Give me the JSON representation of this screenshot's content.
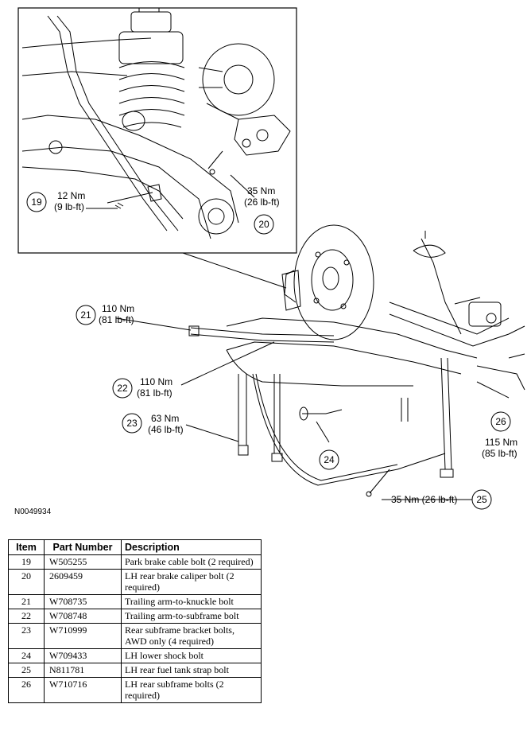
{
  "callouts": {
    "c19": {
      "num": "19",
      "line1": "12 Nm",
      "line2": "(9 lb-ft)"
    },
    "c20": {
      "num": "20",
      "line1": "35 Nm",
      "line2": "(26 lb-ft)"
    },
    "c21": {
      "num": "21",
      "line1": "110 Nm",
      "line2": "(81 lb-ft)"
    },
    "c22": {
      "num": "22",
      "line1": "110 Nm",
      "line2": "(81 lb-ft)"
    },
    "c23": {
      "num": "23",
      "line1": "63 Nm",
      "line2": "(46 lb-ft)"
    },
    "c24": {
      "num": "24"
    },
    "c25": {
      "num": "25",
      "line1": "35 Nm (26 lb-ft)"
    },
    "c26": {
      "num": "26",
      "line1": "115 Nm",
      "line2": "(85 lb-ft)"
    }
  },
  "figure_ref": "N0049934",
  "table": {
    "headers": {
      "item": "Item",
      "part_number": "Part Number",
      "description": "Description"
    },
    "rows": [
      {
        "item": "19",
        "part_number": "W505255",
        "description": "Park brake cable bolt (2 required)"
      },
      {
        "item": "20",
        "part_number": "2609459",
        "description": "LH rear brake caliper bolt (2 required)"
      },
      {
        "item": "21",
        "part_number": "W708735",
        "description": "Trailing arm-to-knuckle bolt"
      },
      {
        "item": "22",
        "part_number": "W708748",
        "description": "Trailing arm-to-subframe bolt"
      },
      {
        "item": "23",
        "part_number": "W710999",
        "description": "Rear subframe bracket bolts, AWD only (4 required)"
      },
      {
        "item": "24",
        "part_number": "W709433",
        "description": "LH lower shock bolt"
      },
      {
        "item": "25",
        "part_number": "N811781",
        "description": "LH rear fuel tank strap bolt"
      },
      {
        "item": "26",
        "part_number": "W710716",
        "description": "LH rear subframe bolts (2 required)"
      }
    ]
  }
}
